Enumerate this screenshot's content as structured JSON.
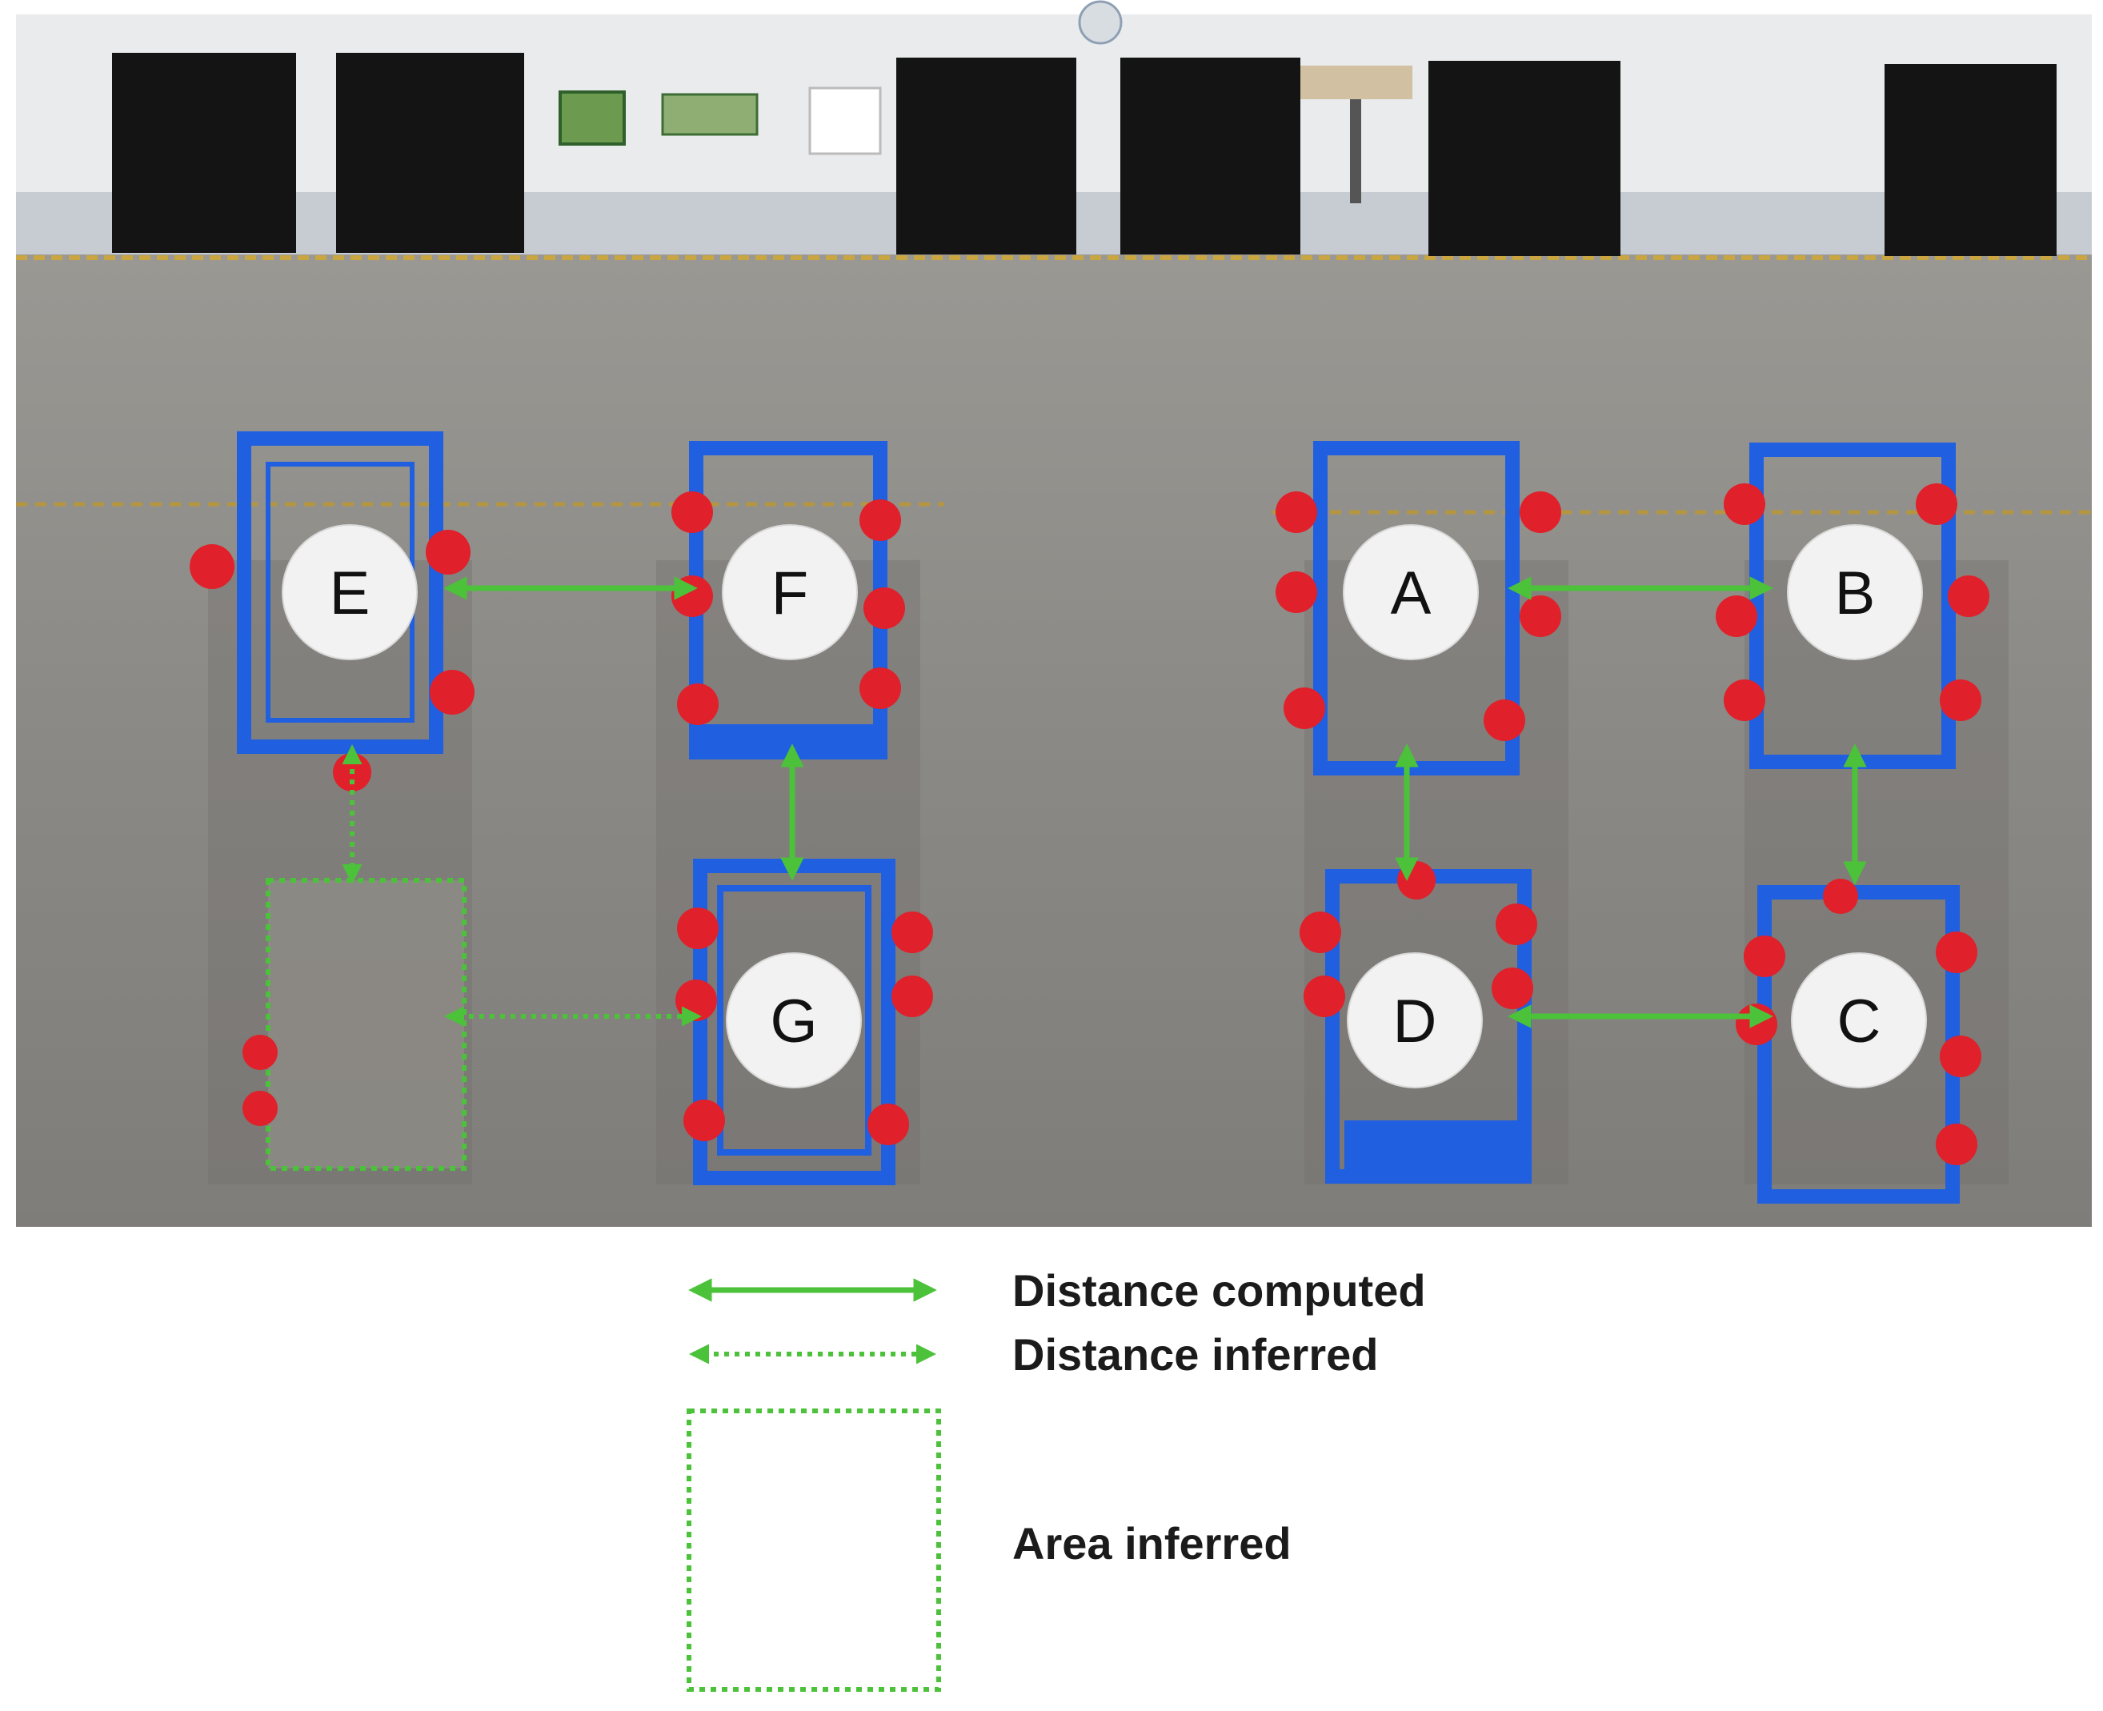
{
  "colors": {
    "arrow_green": "#4cc23a",
    "cart_blue": "#1f5fe0",
    "caster_red": "#e0202a",
    "floor": "#8a8a86",
    "wall": "#e9ebec",
    "door": "#141414",
    "node_fill": "#f2f2f2"
  },
  "nodes": [
    {
      "id": "E",
      "label": "E"
    },
    {
      "id": "F",
      "label": "F"
    },
    {
      "id": "A",
      "label": "A"
    },
    {
      "id": "B",
      "label": "B"
    },
    {
      "id": "G",
      "label": "G"
    },
    {
      "id": "D",
      "label": "D"
    },
    {
      "id": "C",
      "label": "C"
    }
  ],
  "edges": [
    {
      "from": "E",
      "to": "F",
      "type": "computed"
    },
    {
      "from": "A",
      "to": "B",
      "type": "computed"
    },
    {
      "from": "F",
      "to": "G",
      "type": "computed"
    },
    {
      "from": "A",
      "to": "D",
      "type": "computed"
    },
    {
      "from": "B",
      "to": "C",
      "type": "computed"
    },
    {
      "from": "D",
      "to": "C",
      "type": "computed"
    },
    {
      "from": "E",
      "to": "inferred-cart",
      "type": "inferred"
    },
    {
      "from": "inferred-cart",
      "to": "G",
      "type": "inferred"
    }
  ],
  "legend": {
    "computed_label": "Distance computed",
    "inferred_label": "Distance inferred",
    "area_label": "Area inferred"
  }
}
